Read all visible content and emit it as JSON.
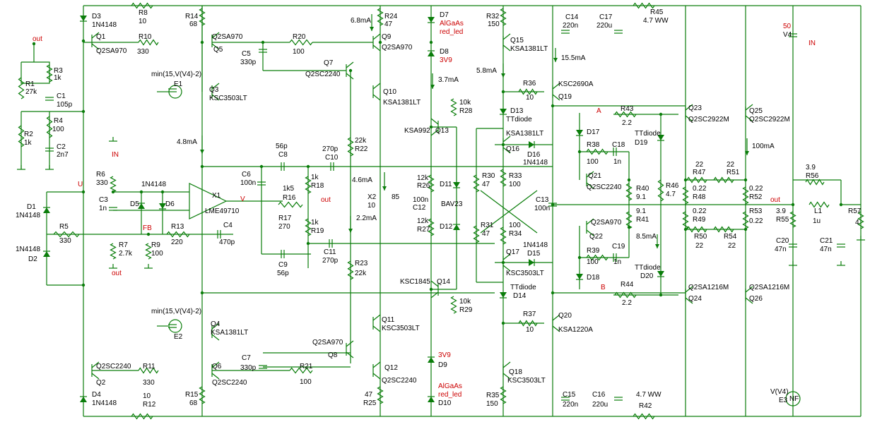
{
  "colors": {
    "wire": "#0a7d0a",
    "label": "#000000",
    "net": "#cc0000"
  },
  "labels": [
    {
      "id": "D3",
      "text": "D3"
    },
    {
      "id": "D3v",
      "text": "1N4148"
    },
    {
      "id": "R8",
      "text": "R8"
    },
    {
      "id": "R8v",
      "text": "10"
    },
    {
      "id": "R14",
      "text": "R14"
    },
    {
      "id": "R14v",
      "text": "68"
    },
    {
      "id": "I68",
      "text": "6.8mA"
    },
    {
      "id": "R24",
      "text": "R24"
    },
    {
      "id": "R24v",
      "text": "47"
    },
    {
      "id": "D7",
      "text": "D7"
    },
    {
      "id": "D7v",
      "text": "AlGaAs"
    },
    {
      "id": "D7v2",
      "text": "red_led"
    },
    {
      "id": "R32",
      "text": "R32"
    },
    {
      "id": "R32v",
      "text": "150"
    },
    {
      "id": "C14",
      "text": "C14"
    },
    {
      "id": "C14v",
      "text": "220n"
    },
    {
      "id": "C17",
      "text": "C17"
    },
    {
      "id": "C17v",
      "text": "220u"
    },
    {
      "id": "R45",
      "text": "R45"
    },
    {
      "id": "R45v",
      "text": "4.7 WW"
    },
    {
      "id": "V4v",
      "text": "50"
    },
    {
      "id": "V4",
      "text": "V4"
    },
    {
      "id": "IN1",
      "text": "IN"
    },
    {
      "id": "out1",
      "text": "out"
    },
    {
      "id": "Q1",
      "text": "Q1"
    },
    {
      "id": "Q1v",
      "text": "Q2SA970"
    },
    {
      "id": "R10",
      "text": "R10"
    },
    {
      "id": "R10v",
      "text": "330"
    },
    {
      "id": "Q5v",
      "text": "Q2SA970"
    },
    {
      "id": "Q5",
      "text": "Q5"
    },
    {
      "id": "R20",
      "text": "R20"
    },
    {
      "id": "R20v",
      "text": "100"
    },
    {
      "id": "Q9",
      "text": "Q9"
    },
    {
      "id": "Q9v",
      "text": "Q2SA970"
    },
    {
      "id": "Q15",
      "text": "Q15"
    },
    {
      "id": "Q15v",
      "text": "KSA1381LT"
    },
    {
      "id": "D8",
      "text": "D8"
    },
    {
      "id": "D8v",
      "text": "3V9"
    },
    {
      "id": "I155",
      "text": "15.5mA"
    },
    {
      "id": "R3",
      "text": "R3"
    },
    {
      "id": "R3v",
      "text": "1k"
    },
    {
      "id": "R1",
      "text": "R1"
    },
    {
      "id": "R1v",
      "text": "27k"
    },
    {
      "id": "C1",
      "text": "C1"
    },
    {
      "id": "C1v",
      "text": "105p"
    },
    {
      "id": "C5",
      "text": "C5"
    },
    {
      "id": "C5v",
      "text": "330p"
    },
    {
      "id": "Q7",
      "text": "Q7"
    },
    {
      "id": "Q7v",
      "text": "Q2SC2240"
    },
    {
      "id": "I58",
      "text": "5.8mA"
    },
    {
      "id": "I37",
      "text": "3.7mA"
    },
    {
      "id": "E1f",
      "text": "min(15,V(V4)-2)"
    },
    {
      "id": "E1",
      "text": "E1"
    },
    {
      "id": "Q3",
      "text": "Q3"
    },
    {
      "id": "Q3v",
      "text": "KSC3503LT"
    },
    {
      "id": "Q10",
      "text": "Q10"
    },
    {
      "id": "Q10v",
      "text": "KSA1381LT"
    },
    {
      "id": "R36",
      "text": "R36"
    },
    {
      "id": "R36v",
      "text": "10"
    },
    {
      "id": "Q19v",
      "text": "KSC2690A"
    },
    {
      "id": "Q19",
      "text": "Q19"
    },
    {
      "id": "R28v",
      "text": "10k"
    },
    {
      "id": "R28",
      "text": "R28"
    },
    {
      "id": "D13",
      "text": "D13"
    },
    {
      "id": "D13v",
      "text": "TTdiode"
    },
    {
      "id": "R4",
      "text": "R4"
    },
    {
      "id": "R4v",
      "text": "100"
    },
    {
      "id": "netA",
      "text": "A"
    },
    {
      "id": "R43",
      "text": "R43"
    },
    {
      "id": "R43v",
      "text": "2.2"
    },
    {
      "id": "Q23",
      "text": "Q23"
    },
    {
      "id": "Q23v",
      "text": "Q2SC2922M"
    },
    {
      "id": "Q25",
      "text": "Q25"
    },
    {
      "id": "Q25v",
      "text": "Q2SC2922M"
    },
    {
      "id": "R2",
      "text": "R2"
    },
    {
      "id": "R2v",
      "text": "1k"
    },
    {
      "id": "C2",
      "text": "C2"
    },
    {
      "id": "C2v",
      "text": "2n7"
    },
    {
      "id": "Q13v",
      "text": "KSA992"
    },
    {
      "id": "Q13",
      "text": "Q13"
    },
    {
      "id": "Q16v",
      "text": "KSA1381LT"
    },
    {
      "id": "D17",
      "text": "D17"
    },
    {
      "id": "D19v",
      "text": "TTdiode"
    },
    {
      "id": "D19",
      "text": "D19"
    },
    {
      "id": "I48",
      "text": "4.8mA"
    },
    {
      "id": "C8v",
      "text": "56p"
    },
    {
      "id": "C8",
      "text": "C8"
    },
    {
      "id": "C10v",
      "text": "270p"
    },
    {
      "id": "C10",
      "text": "C10"
    },
    {
      "id": "R22v",
      "text": "22k"
    },
    {
      "id": "R22",
      "text": "R22"
    },
    {
      "id": "Q16",
      "text": "Q16"
    },
    {
      "id": "D16",
      "text": "D16"
    },
    {
      "id": "D16v",
      "text": "1N4148"
    },
    {
      "id": "R38",
      "text": "R38"
    },
    {
      "id": "R38v",
      "text": "100"
    },
    {
      "id": "C18",
      "text": "C18"
    },
    {
      "id": "C18v",
      "text": "1n"
    },
    {
      "id": "I100",
      "text": "100mA"
    },
    {
      "id": "IN2",
      "text": "IN"
    },
    {
      "id": "R6",
      "text": "R6"
    },
    {
      "id": "R6v",
      "text": "330"
    },
    {
      "id": "C3",
      "text": "C3"
    },
    {
      "id": "C3v",
      "text": "1n"
    },
    {
      "id": "D5v",
      "text": "1N4148"
    },
    {
      "id": "D5",
      "text": "D5"
    },
    {
      "id": "D6",
      "text": "D6"
    },
    {
      "id": "X1",
      "text": "X1"
    },
    {
      "id": "X1v",
      "text": "LME49710"
    },
    {
      "id": "C6",
      "text": "C6"
    },
    {
      "id": "C6v",
      "text": "100n"
    },
    {
      "id": "R18v",
      "text": "1k"
    },
    {
      "id": "R18",
      "text": "R18"
    },
    {
      "id": "I46",
      "text": "4.6mA"
    },
    {
      "id": "X2",
      "text": "X2"
    },
    {
      "id": "X2v",
      "text": "10"
    },
    {
      "id": "X2b",
      "text": "85"
    },
    {
      "id": "R26v",
      "text": "12k"
    },
    {
      "id": "R26",
      "text": "R26"
    },
    {
      "id": "C12v",
      "text": "100n"
    },
    {
      "id": "C12",
      "text": "C12"
    },
    {
      "id": "D11",
      "text": "D11"
    },
    {
      "id": "BAV",
      "text": "BAV23"
    },
    {
      "id": "R30",
      "text": "R30"
    },
    {
      "id": "R30v",
      "text": "47"
    },
    {
      "id": "R33",
      "text": "R33"
    },
    {
      "id": "R33v",
      "text": "100"
    },
    {
      "id": "C13",
      "text": "C13"
    },
    {
      "id": "C13v",
      "text": "100n"
    },
    {
      "id": "Q21",
      "text": "Q21"
    },
    {
      "id": "Q21v",
      "text": "Q2SC2240"
    },
    {
      "id": "R40",
      "text": "R40"
    },
    {
      "id": "R40v",
      "text": "9.1"
    },
    {
      "id": "R46",
      "text": "R46"
    },
    {
      "id": "R46v",
      "text": "4.7"
    },
    {
      "id": "R47v",
      "text": "22"
    },
    {
      "id": "R47",
      "text": "R47"
    },
    {
      "id": "R48v",
      "text": "0.22"
    },
    {
      "id": "R48",
      "text": "R48"
    },
    {
      "id": "R51v",
      "text": "22"
    },
    {
      "id": "R51",
      "text": "R51"
    },
    {
      "id": "R52v",
      "text": "0.22"
    },
    {
      "id": "R52",
      "text": "R52"
    },
    {
      "id": "R56v",
      "text": "3.9"
    },
    {
      "id": "R56",
      "text": "R56"
    },
    {
      "id": "D1",
      "text": "D1"
    },
    {
      "id": "D1v",
      "text": "1N4148"
    },
    {
      "id": "U",
      "text": "U"
    },
    {
      "id": "R16v",
      "text": "1k5"
    },
    {
      "id": "R16",
      "text": "R16"
    },
    {
      "id": "V",
      "text": "V"
    },
    {
      "id": "out2",
      "text": "out"
    },
    {
      "id": "out3",
      "text": "out"
    },
    {
      "id": "R17",
      "text": "R17"
    },
    {
      "id": "R17v",
      "text": "270"
    },
    {
      "id": "R19v",
      "text": "1k"
    },
    {
      "id": "R19",
      "text": "R19"
    },
    {
      "id": "I22",
      "text": "2.2mA"
    },
    {
      "id": "R27v",
      "text": "12k"
    },
    {
      "id": "R27",
      "text": "R27"
    },
    {
      "id": "D12",
      "text": "D12"
    },
    {
      "id": "R31",
      "text": "R31"
    },
    {
      "id": "R31v",
      "text": "47"
    },
    {
      "id": "R34v",
      "text": "100"
    },
    {
      "id": "R34",
      "text": "R34"
    },
    {
      "id": "Q22v",
      "text": "Q2SA970"
    },
    {
      "id": "Q22",
      "text": "Q22"
    },
    {
      "id": "R41v",
      "text": "9.1"
    },
    {
      "id": "R41",
      "text": "R41"
    },
    {
      "id": "I85",
      "text": "8.5mA"
    },
    {
      "id": "R49v",
      "text": "0.22"
    },
    {
      "id": "R49",
      "text": "R49"
    },
    {
      "id": "R53",
      "text": "R53"
    },
    {
      "id": "R53v",
      "text": "0.22"
    },
    {
      "id": "R55v",
      "text": "3.9"
    },
    {
      "id": "R55",
      "text": "R55"
    },
    {
      "id": "L1",
      "text": "L1"
    },
    {
      "id": "L1v",
      "text": "1u"
    },
    {
      "id": "R57",
      "text": "R57"
    },
    {
      "id": "R57v",
      "text": "4"
    },
    {
      "id": "R5",
      "text": "R5"
    },
    {
      "id": "R5v",
      "text": "330"
    },
    {
      "id": "FB",
      "text": "FB"
    },
    {
      "id": "R13",
      "text": "R13"
    },
    {
      "id": "R13v",
      "text": "220"
    },
    {
      "id": "C4",
      "text": "C4"
    },
    {
      "id": "C4v",
      "text": "470p"
    },
    {
      "id": "D2v",
      "text": "1N4148"
    },
    {
      "id": "D2",
      "text": "D2"
    },
    {
      "id": "R7",
      "text": "R7"
    },
    {
      "id": "R7v",
      "text": "2.7k"
    },
    {
      "id": "R9",
      "text": "R9"
    },
    {
      "id": "R9v",
      "text": "100"
    },
    {
      "id": "out4",
      "text": "out"
    },
    {
      "id": "C9",
      "text": "C9"
    },
    {
      "id": "C9v",
      "text": "56p"
    },
    {
      "id": "C11",
      "text": "C11"
    },
    {
      "id": "C11v",
      "text": "270p"
    },
    {
      "id": "R23",
      "text": "R23"
    },
    {
      "id": "R23v",
      "text": "22k"
    },
    {
      "id": "Q17",
      "text": "Q17"
    },
    {
      "id": "D15v",
      "text": "1N4148"
    },
    {
      "id": "D15",
      "text": "D15"
    },
    {
      "id": "Q17v",
      "text": "KSC3503LT"
    },
    {
      "id": "R39",
      "text": "R39"
    },
    {
      "id": "R39v",
      "text": "100"
    },
    {
      "id": "C19",
      "text": "C19"
    },
    {
      "id": "C19v",
      "text": "1n"
    },
    {
      "id": "D20v",
      "text": "TTdiode"
    },
    {
      "id": "D20",
      "text": "D20"
    },
    {
      "id": "R50",
      "text": "R50"
    },
    {
      "id": "R50v",
      "text": "22"
    },
    {
      "id": "R54",
      "text": "R54"
    },
    {
      "id": "R54v",
      "text": "22"
    },
    {
      "id": "C20",
      "text": "C20"
    },
    {
      "id": "C20v",
      "text": "47n"
    },
    {
      "id": "C21",
      "text": "C21"
    },
    {
      "id": "C21v",
      "text": "47n"
    },
    {
      "id": "D18",
      "text": "D18"
    },
    {
      "id": "netB",
      "text": "B"
    },
    {
      "id": "R44",
      "text": "R44"
    },
    {
      "id": "R44v",
      "text": "2.2"
    },
    {
      "id": "Q24v",
      "text": "Q2SA1216M"
    },
    {
      "id": "Q24",
      "text": "Q24"
    },
    {
      "id": "Q26v",
      "text": "Q2SA1216M"
    },
    {
      "id": "Q26",
      "text": "Q26"
    },
    {
      "id": "Q14v",
      "text": "KSC1845"
    },
    {
      "id": "Q14",
      "text": "Q14"
    },
    {
      "id": "D14v",
      "text": "TTdiode"
    },
    {
      "id": "D14",
      "text": "D14"
    },
    {
      "id": "R29v",
      "text": "10k"
    },
    {
      "id": "R29",
      "text": "R29"
    },
    {
      "id": "E2f",
      "text": "min(15,V(V4)-2)"
    },
    {
      "id": "E2",
      "text": "E2"
    },
    {
      "id": "Q4",
      "text": "Q4"
    },
    {
      "id": "Q4v",
      "text": "KSA1381LT"
    },
    {
      "id": "Q11",
      "text": "Q11"
    },
    {
      "id": "Q11v",
      "text": "KSC3503LT"
    },
    {
      "id": "R37",
      "text": "R37"
    },
    {
      "id": "R37v",
      "text": "10"
    },
    {
      "id": "Q20",
      "text": "Q20"
    },
    {
      "id": "Q20v",
      "text": "KSA1220A"
    },
    {
      "id": "Q8v",
      "text": "Q2SA970"
    },
    {
      "id": "Q8",
      "text": "Q8"
    },
    {
      "id": "C7",
      "text": "C7"
    },
    {
      "id": "C7v",
      "text": "330p"
    },
    {
      "id": "D9v",
      "text": "3V9"
    },
    {
      "id": "D9",
      "text": "D9"
    },
    {
      "id": "Q2v",
      "text": "Q2SC2240"
    },
    {
      "id": "Q2",
      "text": "Q2"
    },
    {
      "id": "R11",
      "text": "R11"
    },
    {
      "id": "R11v",
      "text": "330"
    },
    {
      "id": "Q6",
      "text": "Q6"
    },
    {
      "id": "Q6v",
      "text": "Q2SC2240"
    },
    {
      "id": "R21",
      "text": "R21"
    },
    {
      "id": "R21v",
      "text": "100"
    },
    {
      "id": "Q12",
      "text": "Q12"
    },
    {
      "id": "Q12v",
      "text": "Q2SC2240"
    },
    {
      "id": "Q18",
      "text": "Q18"
    },
    {
      "id": "Q18v",
      "text": "KSC3503LT"
    },
    {
      "id": "D10v",
      "text": "AlGaAs"
    },
    {
      "id": "D10v2",
      "text": "red_led"
    },
    {
      "id": "D10",
      "text": "D10"
    },
    {
      "id": "R25v",
      "text": "47"
    },
    {
      "id": "R25",
      "text": "R25"
    },
    {
      "id": "R35",
      "text": "R35"
    },
    {
      "id": "R35v",
      "text": "150"
    },
    {
      "id": "C15",
      "text": "C15"
    },
    {
      "id": "C15v",
      "text": "220n"
    },
    {
      "id": "C16",
      "text": "C16"
    },
    {
      "id": "C16v",
      "text": "220u"
    },
    {
      "id": "R42v",
      "text": "4.7 WW"
    },
    {
      "id": "R42",
      "text": "R42"
    },
    {
      "id": "E3f",
      "text": "V(V4)"
    },
    {
      "id": "E3",
      "text": "E3"
    },
    {
      "id": "NF",
      "text": "NF"
    },
    {
      "id": "D4",
      "text": "D4"
    },
    {
      "id": "D4v",
      "text": "1N4148"
    },
    {
      "id": "R12v",
      "text": "10"
    },
    {
      "id": "R12",
      "text": "R12"
    },
    {
      "id": "R15",
      "text": "R15"
    },
    {
      "id": "R15v",
      "text": "68"
    }
  ]
}
